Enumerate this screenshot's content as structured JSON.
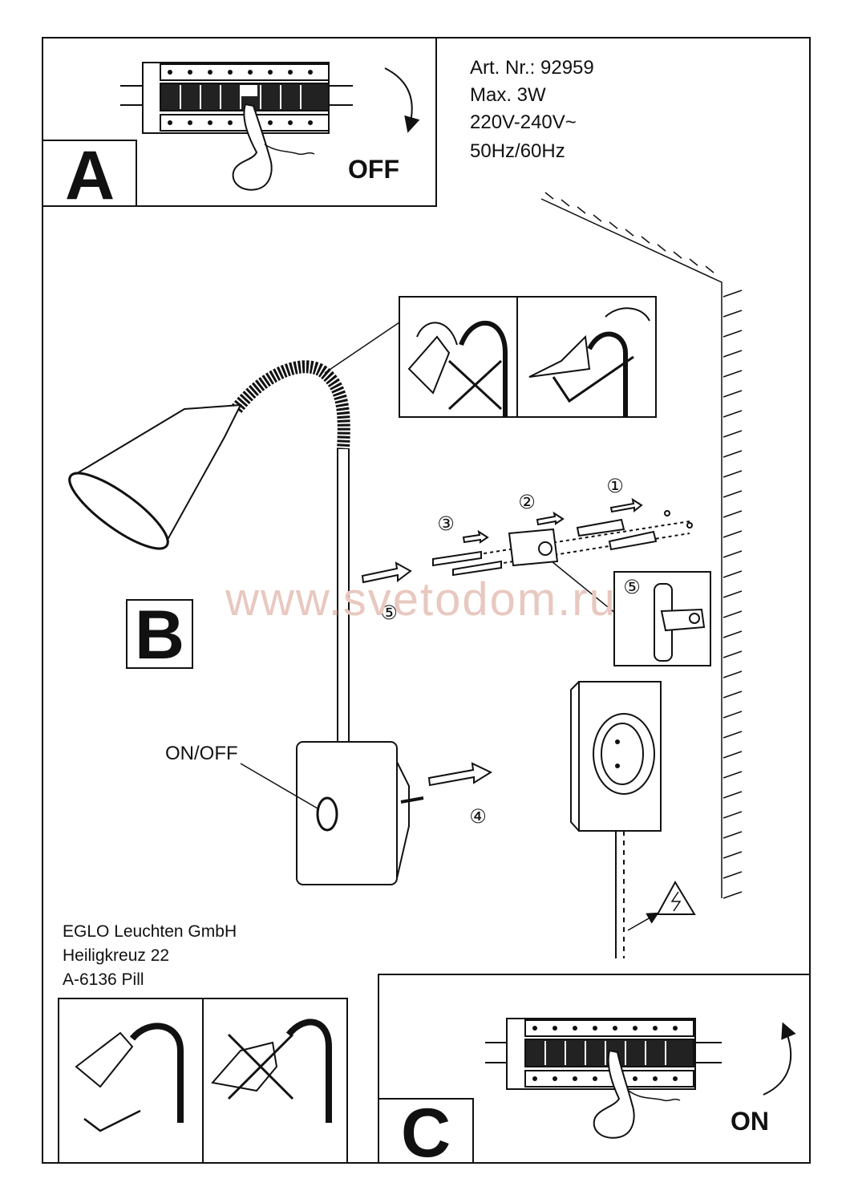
{
  "spec": {
    "article": "Art. Nr.: 92959",
    "max_power": "Max. 3W",
    "voltage": "220V-240V~",
    "frequency": "50Hz/60Hz"
  },
  "panel_a": {
    "letter": "A",
    "action": "OFF"
  },
  "panel_b": {
    "letter": "B",
    "switch_label": "ON/OFF"
  },
  "panel_c": {
    "letter": "C",
    "action": "ON"
  },
  "steps": {
    "s1": "①",
    "s2": "②",
    "s3": "③",
    "s4": "④",
    "s5": "⑤",
    "s5_detail": "⑤",
    "s5_main": "⑤"
  },
  "manufacturer": {
    "name": "EGLO Leuchten GmbH",
    "street": "Heiligkreuz 22",
    "city": "A-6136 Pill"
  },
  "watermark": "www.svetodom.ru"
}
